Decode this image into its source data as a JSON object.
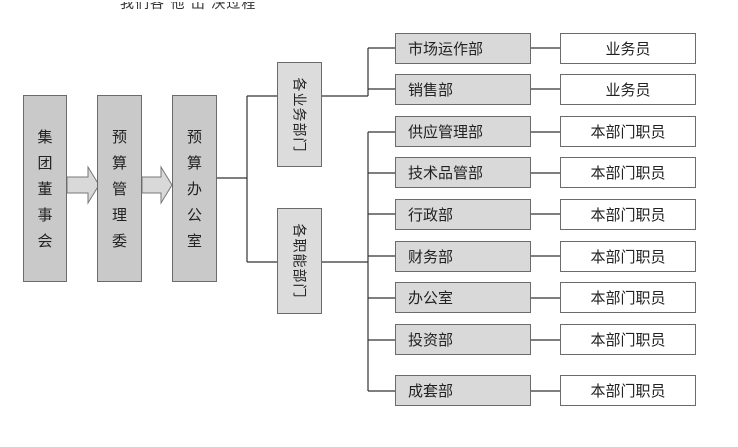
{
  "header_text": "我们各 他 出 决过程",
  "chain": {
    "group_board": "集团董事会",
    "budget_committee": "预算管理委",
    "budget_office": "预算办公室"
  },
  "branches": {
    "business": "各业务部门",
    "functional": "各职能部门"
  },
  "business_departments": [
    {
      "name": "市场运作部",
      "role": "业务员"
    },
    {
      "name": "销售部",
      "role": "业务员"
    }
  ],
  "functional_departments": [
    {
      "name": "供应管理部",
      "role": "本部门职员"
    },
    {
      "name": "技术品管部",
      "role": "本部门职员"
    },
    {
      "name": "行政部",
      "role": "本部门职员"
    },
    {
      "name": "财务部",
      "role": "本部门职员"
    },
    {
      "name": "办公室",
      "role": "本部门职员"
    },
    {
      "name": "投资部",
      "role": "本部门职员"
    },
    {
      "name": "成套部",
      "role": "本部门职员"
    }
  ],
  "colors": {
    "chain_fill": "#c9c9c9",
    "branch_fill": "#dcdcdc",
    "dept_fill": "#d9d9d9",
    "role_fill": "#ffffff",
    "line": "#333333"
  }
}
